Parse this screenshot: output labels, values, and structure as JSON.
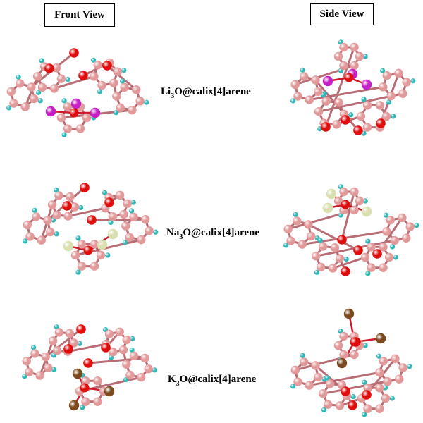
{
  "headers": {
    "front": "Front View",
    "side": "Side View"
  },
  "rows": [
    {
      "prefix": "Li",
      "sub": "3",
      "suffix": "O@calix[4]arene",
      "metal_color": "#c61fc6"
    },
    {
      "prefix": "Na",
      "sub": "3",
      "suffix": "O@calix[4]arene",
      "metal_color": "#d9dfae"
    },
    {
      "prefix": "K",
      "sub": "3",
      "suffix": "O@calix[4]arene",
      "metal_color": "#7a4a1e"
    }
  ],
  "colors": {
    "carbon": "#e2999a",
    "hydrogen": "#2fb8b8",
    "oxygen": "#e00d0d",
    "bond": "#b86c74"
  }
}
